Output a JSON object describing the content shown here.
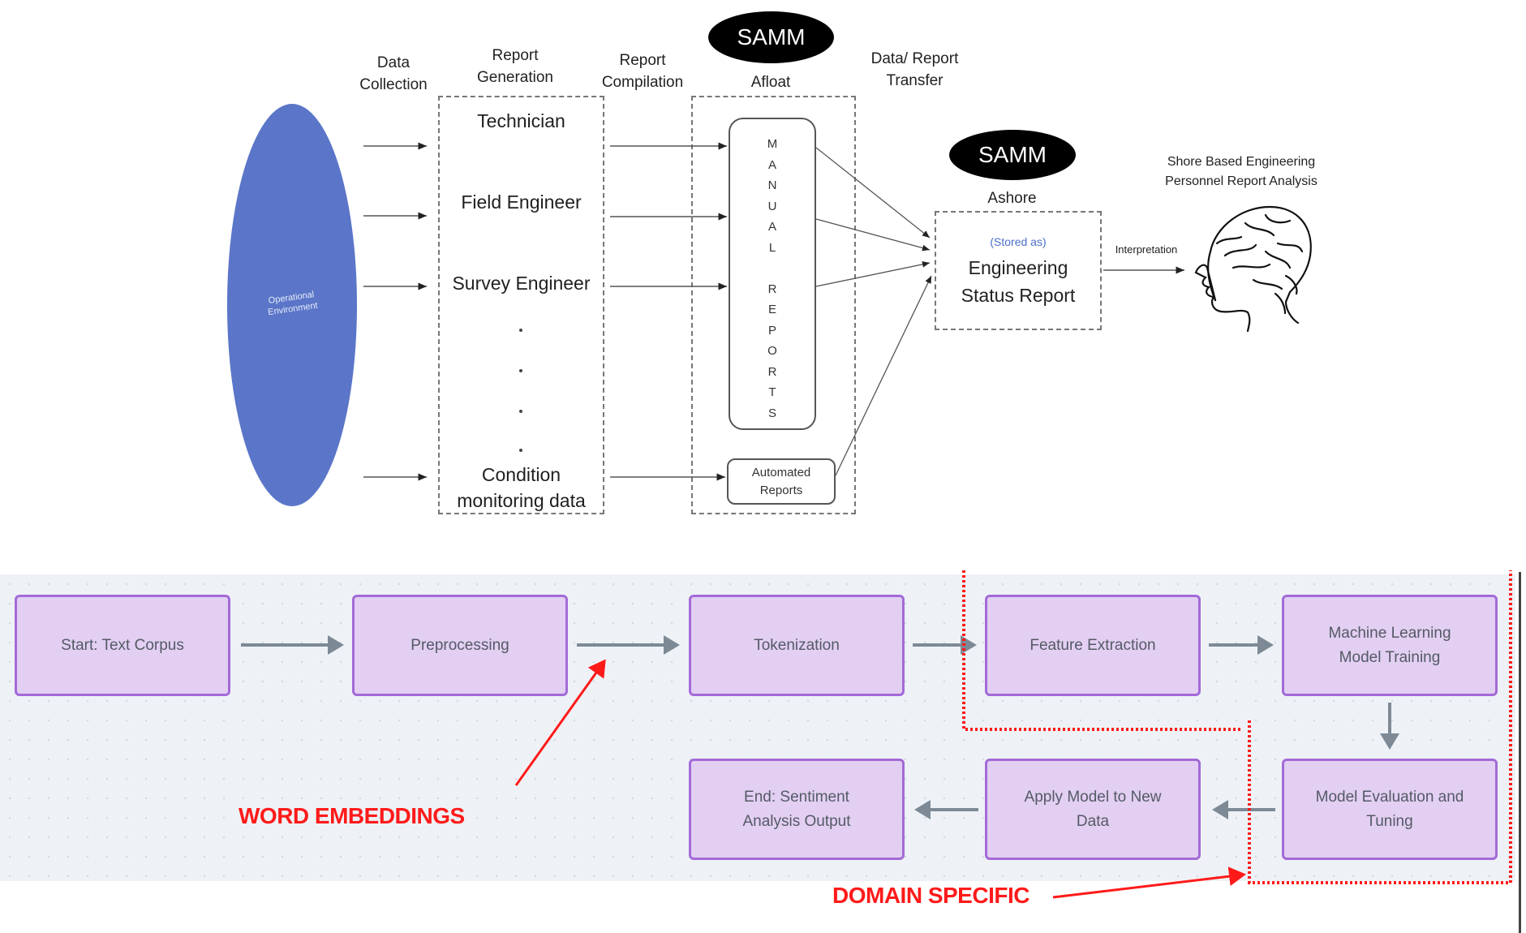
{
  "top_diagram": {
    "stage_headers": [
      {
        "id": "data-collection",
        "text": "Data\nCollection"
      },
      {
        "id": "report-generation",
        "text": "Report\nGeneration"
      },
      {
        "id": "report-compilation",
        "text": "Report\nCompilation"
      },
      {
        "id": "afloat",
        "text": "Afloat"
      },
      {
        "id": "data-report-transfer",
        "text": "Data/ Report\nTransfer"
      }
    ],
    "operational_environment": "Operational\nEnvironment",
    "operational_color": "#5b76c8",
    "roles": [
      "Technician",
      "Field Engineer",
      "Survey Engineer"
    ],
    "ellipsis_dots": [
      ".",
      ".",
      ".",
      "."
    ],
    "condition_monitoring": "Condition\nmonitoring data",
    "manual_reports_letters": [
      "M",
      "A",
      "N",
      "U",
      "A",
      "L",
      "",
      "R",
      "E",
      "P",
      "O",
      "R",
      "T",
      "S"
    ],
    "automated_reports": "Automated\nReports",
    "samm_afloat": "SAMM",
    "samm_ashore": "SAMM",
    "ashore_label": "Ashore",
    "stored_as": "(Stored as)",
    "stored_as_color": "#4a6fc9",
    "esr_label": "Engineering\nStatus Report",
    "interpretation": "Interpretation",
    "shore_analysis": "Shore Based Engineering\nPersonnel Report Analysis"
  },
  "flowchart": {
    "nodes": [
      {
        "id": "start",
        "text": "Start: Text Corpus"
      },
      {
        "id": "preprocessing",
        "text": "Preprocessing"
      },
      {
        "id": "tokenization",
        "text": "Tokenization"
      },
      {
        "id": "feature-extraction",
        "text": "Feature Extraction"
      },
      {
        "id": "ml-training",
        "text": "Machine Learning\nModel Training"
      },
      {
        "id": "evaluation",
        "text": "Model Evaluation and\nTuning"
      },
      {
        "id": "apply-model",
        "text": "Apply Model to New\nData"
      },
      {
        "id": "end",
        "text": "End: Sentiment\nAnalysis Output"
      }
    ],
    "node_fill": "#e2cff2",
    "node_border": "#a36ad8",
    "annotations": {
      "word_embeddings": "WORD EMBEDDINGS",
      "domain_specific": "DOMAIN SPECIFIC",
      "color": "#ff1a1a"
    }
  }
}
